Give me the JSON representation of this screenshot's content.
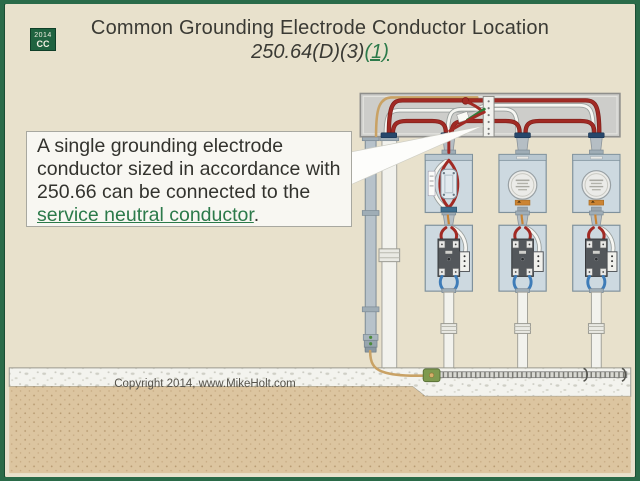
{
  "colors": {
    "frame": "#2a6b49",
    "bg": "#e8e1cc",
    "accent": "#2c7a4a",
    "text": "#3a3a34",
    "wire_red": "#a12a24",
    "wire_white": "#f6f6f2",
    "wire_blue": "#3e7cb8",
    "wire_gold": "#c9a265",
    "wire_green": "#2e7d3a",
    "enclosure": "#cdd9e0",
    "enclosure_border": "#7f919c",
    "breaker": "#53575b",
    "wireway": "#cdcdca",
    "conduit": "#f2f2ed",
    "conduit_gray": "#b7c2ca",
    "concrete": "#f3f3ee",
    "earth": "#dcc5a0",
    "warning_orange": "#cc8433",
    "hub_navy": "#27476b"
  },
  "header": {
    "badge_year": "2014",
    "badge_code": "CC",
    "title": "Common Grounding Electrode Conductor Location",
    "code_ref": "250.64(D)(3)",
    "code_ref_link": "(1)"
  },
  "callout": {
    "text": "A single grounding electrode conductor sized in accordance with 250.66 can be connected to the ",
    "link_text": "service neutral conductor",
    "suffix": "."
  },
  "footer": {
    "copyright": "Copyright 2014, www.MikeHolt.com"
  }
}
